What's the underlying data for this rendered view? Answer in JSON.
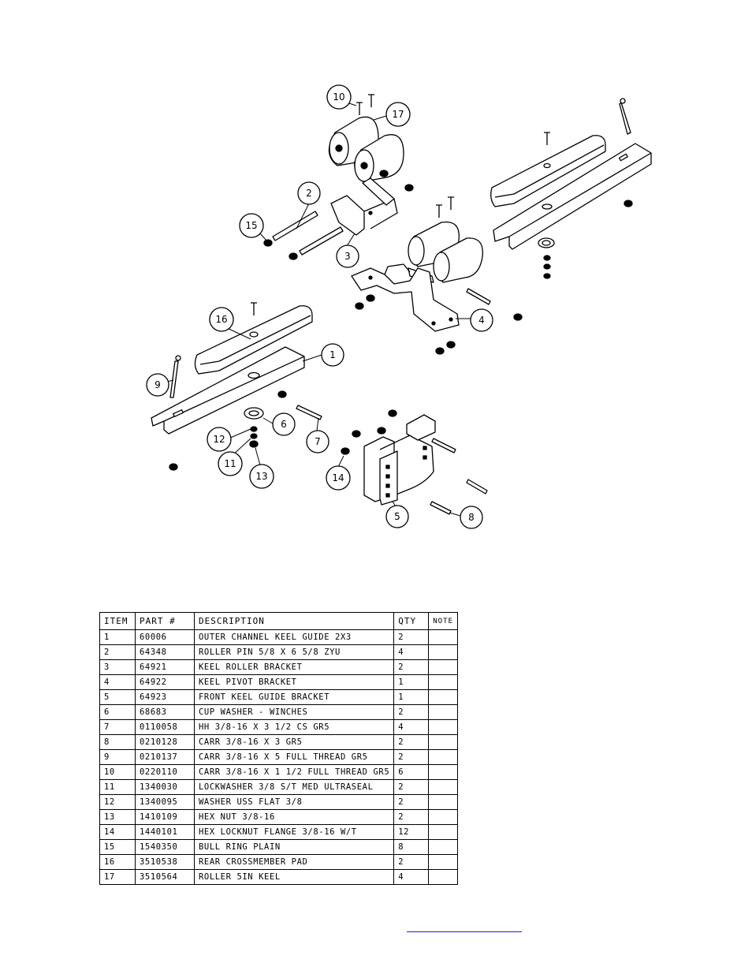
{
  "callouts": [
    "1",
    "2",
    "3",
    "4",
    "5",
    "6",
    "7",
    "8",
    "9",
    "10",
    "11",
    "12",
    "13",
    "14",
    "15",
    "16",
    "17"
  ],
  "table": {
    "headers": [
      "ITEM",
      "PART #",
      "DESCRIPTION",
      "QTY",
      "NOTE"
    ],
    "rows": [
      [
        "1",
        "60006",
        "OUTER CHANNEL KEEL GUIDE 2X3",
        "2",
        ""
      ],
      [
        "2",
        "64348",
        "ROLLER PIN  5/8 X 6 5/8 ZYU",
        "4",
        ""
      ],
      [
        "3",
        "64921",
        "KEEL ROLLER BRACKET",
        "2",
        ""
      ],
      [
        "4",
        "64922",
        "KEEL PIVOT BRACKET",
        "1",
        ""
      ],
      [
        "5",
        "64923",
        "FRONT KEEL GUIDE BRACKET",
        "1",
        ""
      ],
      [
        "6",
        "68683",
        "CUP WASHER - WINCHES",
        "2",
        ""
      ],
      [
        "7",
        "0110058",
        "HH 3/8-16 X 3 1/2 CS GR5",
        "4",
        ""
      ],
      [
        "8",
        "0210128",
        "CARR 3/8-16 X 3 GR5",
        "2",
        ""
      ],
      [
        "9",
        "0210137",
        "CARR 3/8-16 X 5 FULL THREAD GR5",
        "2",
        ""
      ],
      [
        "10",
        "0220110",
        "CARR 3/8-16 X 1 1/2 FULL THREAD GR5",
        "6",
        ""
      ],
      [
        "11",
        "1340030",
        "LOCKWASHER 3/8 S/T MED ULTRASEAL",
        "2",
        ""
      ],
      [
        "12",
        "1340095",
        "WASHER USS FLAT 3/8",
        "2",
        ""
      ],
      [
        "13",
        "1410109",
        "HEX NUT 3/8-16",
        "2",
        ""
      ],
      [
        "14",
        "1440101",
        "HEX LOCKNUT FLANGE 3/8-16 W/T",
        "12",
        ""
      ],
      [
        "15",
        "1540350",
        "BULL RING PLAIN",
        "8",
        ""
      ],
      [
        "16",
        "3510538",
        "REAR CROSSMEMBER PAD",
        "2",
        ""
      ],
      [
        "17",
        "3510564",
        "ROLLER 5IN KEEL",
        "4",
        ""
      ]
    ]
  }
}
